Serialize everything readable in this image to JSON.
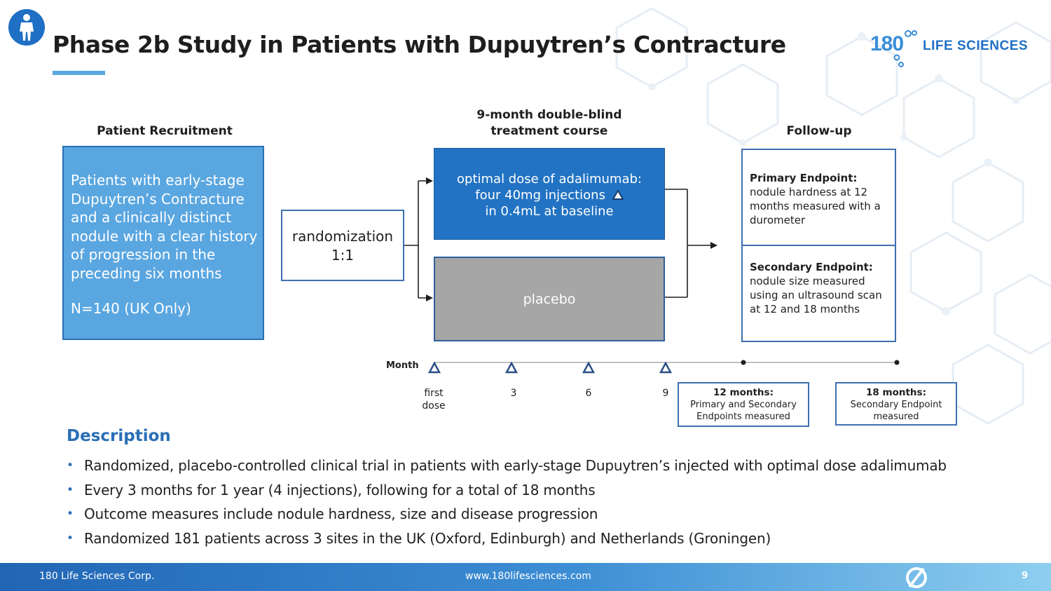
{
  "header": {
    "title": "Phase 2b Study in Patients with Dupuytren’s Contracture",
    "brand_number": "180",
    "brand_name": "LIFE SCIENCES"
  },
  "diagram": {
    "recruit_header": "Patient Recruitment",
    "treatment_header_line1": "9-month double-blind",
    "treatment_header_line2": "treatment course",
    "followup_header": "Follow-up",
    "recruit_text": "Patients with early-stage Dupuytren’s Contracture and a clinically distinct nodule with a clear history of progression in the preceding six months",
    "recruit_n": "N=140 (UK Only)",
    "randomization_line1": "randomization",
    "randomization_line2": "1:1",
    "arm_adalimumab_line1": "optimal dose of adalimumab:",
    "arm_adalimumab_line2": "four 40mg injections",
    "arm_adalimumab_line3": "in 0.4mL at baseline",
    "arm_placebo": "placebo",
    "primary_title": "Primary Endpoint:",
    "primary_text": "nodule hardness at 12 months measured with a durometer",
    "secondary_title": "Secondary Endpoint:",
    "secondary_text": "nodule size measured using an ultrasound scan at 12 and 18 months"
  },
  "timeline": {
    "label": "Month",
    "tick_first_line1": "first",
    "tick_first_line2": "dose",
    "tick_3": "3",
    "tick_6": "6",
    "tick_9": "9",
    "m12_title": "12 months:",
    "m12_text": "Primary and Secondary Endpoints measured",
    "m18_title": "18 months:",
    "m18_text": "Secondary Endpoint measured"
  },
  "description": {
    "heading": "Description",
    "bullets": [
      "Randomized, placebo-controlled clinical trial in patients with early-stage Dupuytren’s injected with optimal dose adalimumab",
      "Every 3 months for 1 year (4 injections), following for a total of 18 months",
      "Outcome measures include nodule hardness, size and disease progression",
      "Randomized 181 patients across 3 sites in the UK (Oxford, Edinburgh) and Netherlands (Groningen)"
    ]
  },
  "footer": {
    "company": "180 Life Sciences Corp.",
    "website": "www.180lifesciences.com",
    "page_number": "9"
  },
  "colors": {
    "brand_blue": "#1f6fc4",
    "light_blue": "#5aa6e0",
    "placebo_gray": "#a6a6a6",
    "heading_blue": "#2a6fb5"
  }
}
